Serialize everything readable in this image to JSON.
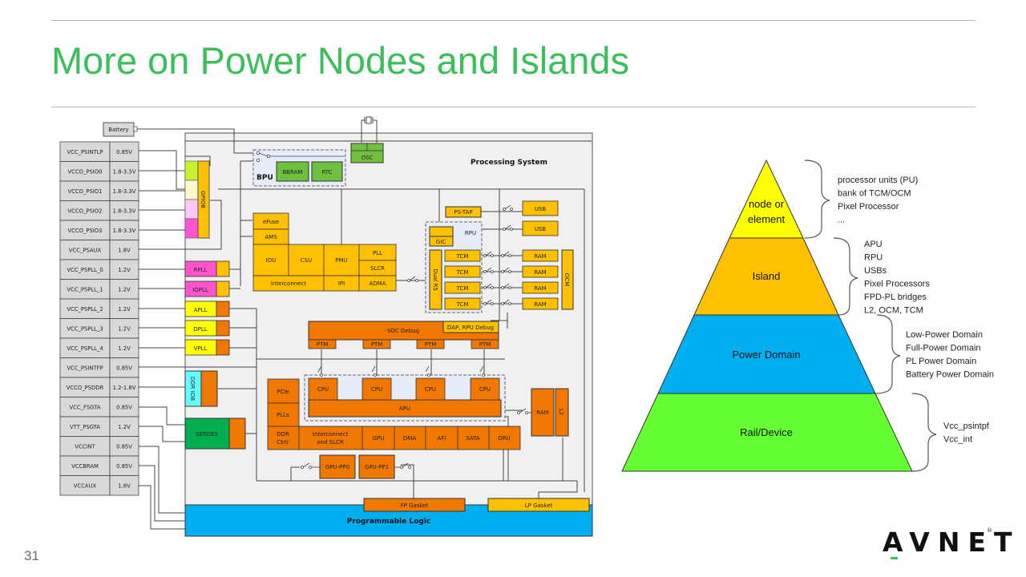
{
  "slide": {
    "title": "More on Power Nodes and Islands",
    "page_number": "31",
    "logo": {
      "text": "AVNET",
      "registered": "®",
      "brand_color": "#3cbf5a"
    },
    "title_color": "#3cbf5a"
  },
  "diagram": {
    "battery_label": "Battery",
    "rails": [
      {
        "name": "VCC_PSINTLP",
        "voltage": "0.85V"
      },
      {
        "name": "VCCO_PSIO0",
        "voltage": "1.8-3.3V"
      },
      {
        "name": "VCCO_PSIO1",
        "voltage": "1.8-3.3V"
      },
      {
        "name": "VCCO_PSIO2",
        "voltage": "1.8-3.3V"
      },
      {
        "name": "VCCO_PSIO3",
        "voltage": "1.8-3.3V"
      },
      {
        "name": "VCC_PSAUX",
        "voltage": "1.8V"
      },
      {
        "name": "VCC_PSPLL_0",
        "voltage": "1.2V"
      },
      {
        "name": "VCC_PSPLL_1",
        "voltage": "1.2V"
      },
      {
        "name": "VCC_PSPLL_2",
        "voltage": "1.2V"
      },
      {
        "name": "VCC_PSPLL_3",
        "voltage": "1.2V"
      },
      {
        "name": "VCC_PSPLL_4",
        "voltage": "1.2V"
      },
      {
        "name": "VCC_PSINTFP",
        "voltage": "0.85V"
      },
      {
        "name": "VCCO_PSDDR",
        "voltage": "1.2-1.8V"
      },
      {
        "name": "VCC_FSGTA",
        "voltage": "0.85V"
      },
      {
        "name": "VTT_PSGTA",
        "voltage": "1.2V"
      },
      {
        "name": "VCCINT",
        "voltage": "0.85V"
      },
      {
        "name": "VCCBRAM",
        "voltage": "0.85V"
      },
      {
        "name": "VCCAUX",
        "voltage": "1.8V"
      }
    ],
    "processing_system_label": "Processing System",
    "programmable_logic_label": "Programmable Logic",
    "bpu": {
      "label": "BPU",
      "blocks": [
        "BBRAM",
        "RTC"
      ]
    },
    "osc_label": "OSC",
    "gpiob_label": "GPIOB",
    "plls": [
      "RPLL",
      "IOPLL",
      "APLL",
      "DPLL",
      "VPLL"
    ],
    "ddr_iob_label": "DDR IOB",
    "serdes_label": "SERDES",
    "lpd_blocks": {
      "efuse": "eFuse",
      "ams": "AMS",
      "iou": "IOU",
      "csu": "CSU",
      "pmu": "PMU",
      "pll": "PLL",
      "slcr": "SLCR",
      "interconnect": "Interconnect",
      "ipi": "IPI",
      "adma": "ADMA"
    },
    "rpu": {
      "label": "RPU",
      "gic": "GIC",
      "dual_r5": "Dual R5",
      "tcm": [
        "TCM",
        "TCM",
        "TCM",
        "TCM"
      ]
    },
    "ps_tap": "PS-TAP",
    "usb": [
      "USB",
      "USB"
    ],
    "ram": [
      "RAM",
      "RAM",
      "RAM",
      "RAM"
    ],
    "ocm": "OCM",
    "soc_debug": "SOC Debug",
    "dap_debug": "DAP, RPU Debug",
    "ptm": [
      "PTM",
      "PTM",
      "PTM",
      "PTM"
    ],
    "apu": {
      "label": "APU",
      "cpus": [
        "CPU",
        "CPU",
        "CPU",
        "CPU"
      ]
    },
    "fpd_blocks": {
      "pcie": "PCIe",
      "plls": "PLLs",
      "ddr_ctrl": [
        "DDR",
        "Ctrlr"
      ],
      "interconnect_slcr": [
        "Interconnect",
        "and SLCR"
      ],
      "gpu": "GPU",
      "dma": "DMA",
      "afi": "AFI",
      "sata": "SATA",
      "dru": "DRU"
    },
    "apu_ram": "RAM",
    "l2": "L2",
    "gpu_pp": [
      "GPU-PP0",
      "GPU-PP1"
    ],
    "fp_gasket": "FP Gasket",
    "lp_gasket": "LP Gasket",
    "colors": {
      "orange": "#f07800",
      "amber": "#ffc000",
      "green_block": "#8cd04a",
      "ps_bg": "#f0f0f2",
      "pl_blue": "#00b0f0",
      "magenta": "#ff55cc",
      "yellow": "#ffff00",
      "cyan": "#66ffff",
      "serdes_green": "#00b050"
    }
  },
  "pyramid": {
    "levels": [
      {
        "label_lines": [
          "node or",
          "element"
        ],
        "color": "#ffff00",
        "items": [
          "processor units (PU)",
          "bank of TCM/OCM",
          "Pixel Processor",
          "..."
        ]
      },
      {
        "label_lines": [
          "Island"
        ],
        "color": "#ffc000",
        "items": [
          "APU",
          "RPU",
          "USBs",
          "Pixel Processors",
          "FPD-PL bridges",
          "L2, OCM, TCM"
        ]
      },
      {
        "label_lines": [
          "Power Domain"
        ],
        "color": "#00b0f0",
        "items": [
          "Low-Power Domain",
          "Full-Power Domain",
          "PL Power Domain",
          "Battery Power Domain"
        ]
      },
      {
        "label_lines": [
          "Rail/Device"
        ],
        "color": "#66ff33",
        "items": [
          "Vcc_psintpf",
          "Vcc_int"
        ]
      }
    ]
  }
}
